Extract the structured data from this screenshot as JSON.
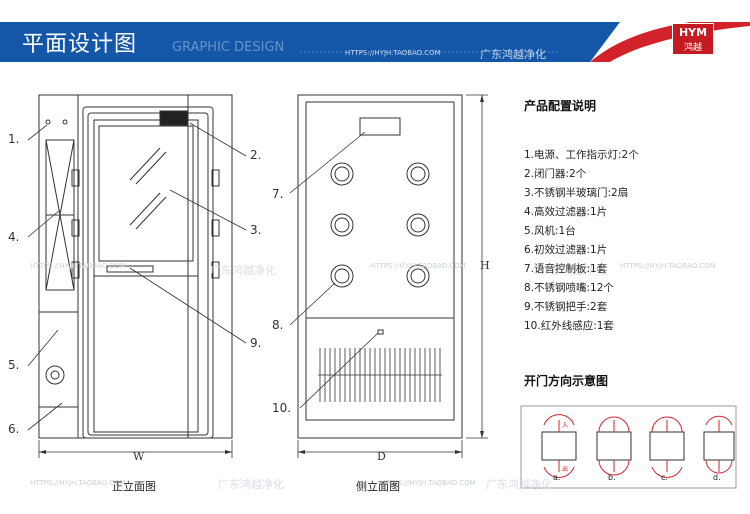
{
  "header": {
    "title": "平面设计图",
    "subtitle": "GRAPHIC DESIGN",
    "logo_top": "HYM",
    "logo_bottom": "鸿越",
    "colors": {
      "banner_blue": "#1457a8",
      "accent_red": "#d2232a"
    }
  },
  "watermarks": {
    "url": "HTTPS://HYJH.TAOBAO.COM",
    "cn": "广东鸿越净化"
  },
  "front_view": {
    "caption": "正立面图",
    "width_label": "W",
    "callouts": [
      "1.",
      "2.",
      "3.",
      "4.",
      "5.",
      "6.",
      "9."
    ]
  },
  "side_view": {
    "caption": "侧立面图",
    "depth_label": "D",
    "height_label": "H",
    "callouts": [
      "7.",
      "8.",
      "10."
    ]
  },
  "config": {
    "heading": "产品配置说明",
    "items": [
      "1.电源、工作指示灯:2个",
      "2.闭门器:2个",
      "3.不锈钢半玻璃门:2扇",
      "4.高效过滤器:1片",
      "5.风机:1台",
      "6.初效过滤器:1片",
      "7.语音控制板:1套",
      "8.不锈钢喷嘴:12个",
      "9.不锈钢把手:2套",
      "10.红外线感应:1套"
    ]
  },
  "door_diagram": {
    "heading": "开门方向示意图",
    "variants": [
      "a.",
      "b.",
      "c.",
      "d."
    ],
    "side_in": "入",
    "side_out": "出"
  }
}
